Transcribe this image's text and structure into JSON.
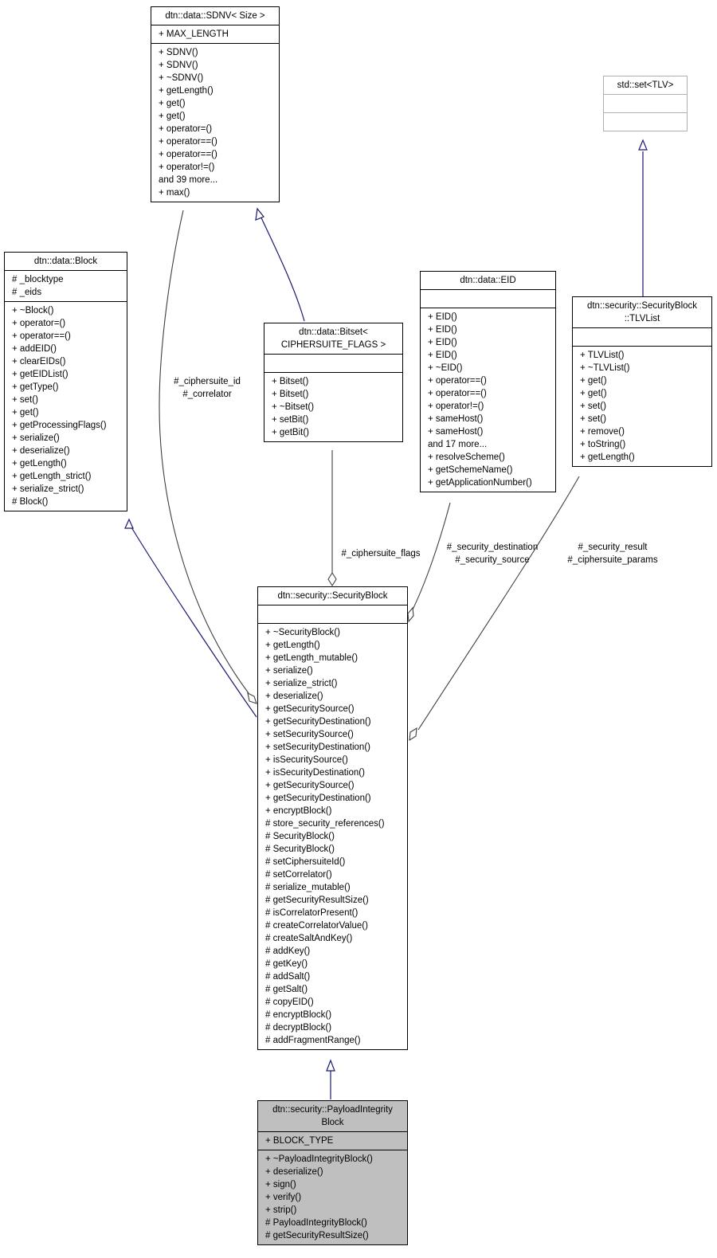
{
  "classes": {
    "sdnv": {
      "name": [
        "dtn::data::SDNV< Size >"
      ],
      "attributes": [
        "+ MAX_LENGTH"
      ],
      "methods": [
        "+ SDNV()",
        "+ SDNV()",
        "+ ~SDNV()",
        "+ getLength()",
        "+ get()",
        "+ get()",
        "+ operator=()",
        "+ operator==()",
        "+ operator==()",
        "+ operator!=()",
        "and 39 more...",
        "+ max()"
      ]
    },
    "stdset": {
      "name": [
        "std::set<TLV>"
      ],
      "attributes": [],
      "methods": []
    },
    "block": {
      "name": [
        "dtn::data::Block"
      ],
      "attributes": [
        "# _blocktype",
        "# _eids"
      ],
      "methods": [
        "+ ~Block()",
        "+ operator=()",
        "+ operator==()",
        "+ addEID()",
        "+ clearEIDs()",
        "+ getEIDList()",
        "+ getType()",
        "+ set()",
        "+ get()",
        "+ getProcessingFlags()",
        "+ serialize()",
        "+ deserialize()",
        "+ getLength()",
        "+ getLength_strict()",
        "+ serialize_strict()",
        "# Block()"
      ]
    },
    "eid": {
      "name": [
        "dtn::data::EID"
      ],
      "attributes": [],
      "methods": [
        "+ EID()",
        "+ EID()",
        "+ EID()",
        "+ EID()",
        "+ ~EID()",
        "+ operator==()",
        "+ operator==()",
        "+ operator!=()",
        "+ sameHost()",
        "+ sameHost()",
        "and 17 more...",
        "+ resolveScheme()",
        "+ getSchemeName()",
        "+ getApplicationNumber()"
      ]
    },
    "tlvlist": {
      "name": [
        "dtn::security::SecurityBlock",
        "::TLVList"
      ],
      "attributes": [],
      "methods": [
        "+ TLVList()",
        "+ ~TLVList()",
        "+ get()",
        "+ get()",
        "+ set()",
        "+ set()",
        "+ remove()",
        "+ toString()",
        "+ getLength()"
      ]
    },
    "bitset": {
      "name": [
        "dtn::data::Bitset<",
        "CIPHERSUITE_FLAGS >"
      ],
      "attributes": [],
      "methods": [
        "+ Bitset()",
        "+ Bitset()",
        "+ ~Bitset()",
        "+ setBit()",
        "+ getBit()"
      ]
    },
    "secblock": {
      "name": [
        "dtn::security::SecurityBlock"
      ],
      "attributes": [],
      "methods": [
        "+ ~SecurityBlock()",
        "+ getLength()",
        "+ getLength_mutable()",
        "+ serialize()",
        "+ serialize_strict()",
        "+ deserialize()",
        "+ getSecuritySource()",
        "+ getSecurityDestination()",
        "+ setSecuritySource()",
        "+ setSecurityDestination()",
        "+ isSecuritySource()",
        "+ isSecurityDestination()",
        "+ getSecuritySource()",
        "+ getSecurityDestination()",
        "+ encryptBlock()",
        "# store_security_references()",
        "# SecurityBlock()",
        "# SecurityBlock()",
        "# setCiphersuiteId()",
        "# setCorrelator()",
        "# serialize_mutable()",
        "# getSecurityResultSize()",
        "# isCorrelatorPresent()",
        "# createCorrelatorValue()",
        "# createSaltAndKey()",
        "# addKey()",
        "# getKey()",
        "# addSalt()",
        "# getSalt()",
        "# copyEID()",
        "# encryptBlock()",
        "# decryptBlock()",
        "# addFragmentRange()"
      ]
    },
    "pib": {
      "name": [
        "dtn::security::PayloadIntegrity",
        "Block"
      ],
      "attributes": [
        "+ BLOCK_TYPE"
      ],
      "methods": [
        "+ ~PayloadIntegrityBlock()",
        "+ deserialize()",
        "+ sign()",
        "+ verify()",
        "+ strip()",
        "# PayloadIntegrityBlock()",
        "# getSecurityResultSize()"
      ]
    }
  },
  "labels": {
    "ciphersuite_id": [
      "#_ciphersuite_id",
      "#_correlator"
    ],
    "ciphersuite_flags": [
      "#_ciphersuite_flags"
    ],
    "security_dest": [
      "#_security_destination",
      "#_security_source"
    ],
    "security_result": [
      "#_security_result",
      "#_ciphersuite_params"
    ]
  },
  "colors": {
    "inheritance_edge": "#191970",
    "usage_edge": "#404040",
    "highlight_fill": "#bfbfbf",
    "gray_border": "#b0b0b0"
  }
}
